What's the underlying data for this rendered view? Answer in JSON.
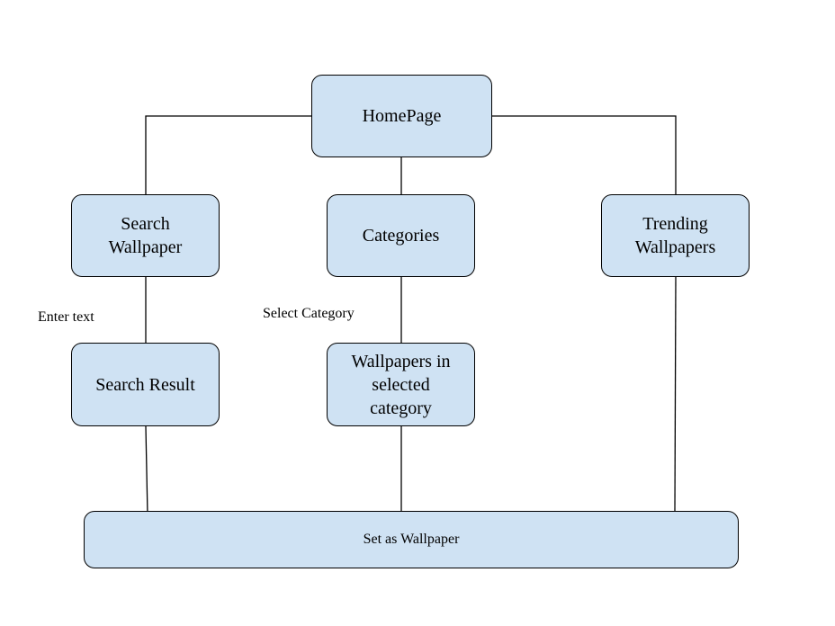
{
  "nodes": {
    "homepage": "HomePage",
    "search_wallpaper": "Search\nWallpaper",
    "categories": "Categories",
    "trending_wallpapers": "Trending\nWallpapers",
    "search_result": "Search Result",
    "wallpapers_in_category": "Wallpapers in\nselected\ncategory",
    "set_as_wallpaper": "Set as Wallpaper"
  },
  "edge_labels": {
    "enter_text": "Enter text",
    "select_category": "Select Category"
  },
  "colors": {
    "node_fill": "#cfe2f3",
    "node_border": "#000000",
    "connector": "#000000"
  },
  "edges": [
    {
      "from": "HomePage",
      "to": "Search Wallpaper"
    },
    {
      "from": "HomePage",
      "to": "Categories"
    },
    {
      "from": "HomePage",
      "to": "Trending Wallpapers"
    },
    {
      "from": "Search Wallpaper",
      "to": "Search Result",
      "label": "Enter text"
    },
    {
      "from": "Categories",
      "to": "Wallpapers in selected category",
      "label": "Select Category"
    },
    {
      "from": "Search Result",
      "to": "Set as Wallpaper"
    },
    {
      "from": "Wallpapers in selected category",
      "to": "Set as Wallpaper"
    },
    {
      "from": "Trending Wallpapers",
      "to": "Set as Wallpaper"
    }
  ]
}
